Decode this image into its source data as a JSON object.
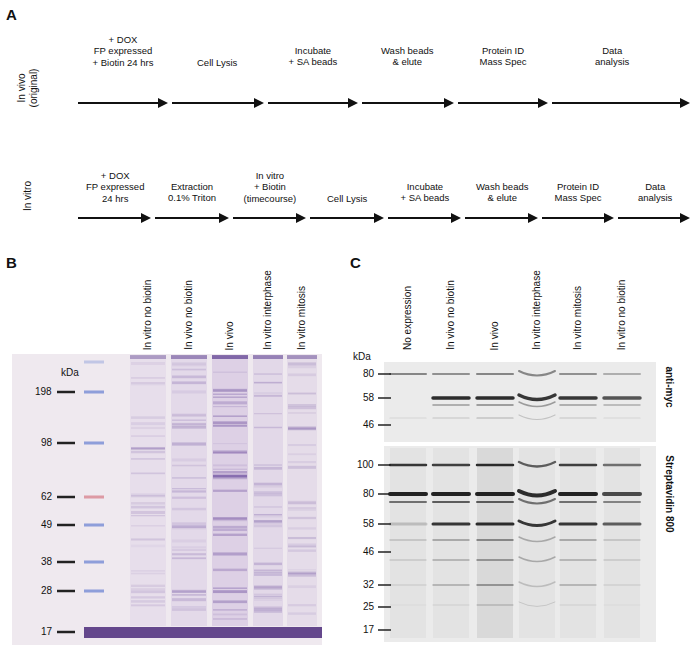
{
  "diagram": {
    "labels": [
      "A",
      "In vivo (original)",
      "+ DOX FP expressed + Biotin 24 hrs",
      "Cell Lysis",
      "Incubate + SA beads",
      "Wash beads & elute",
      "Protein ID Mass Spec",
      "Data analysis",
      "In vitro",
      "+ DOX FP expressed 24 hrs",
      "Extraction 0.1% Triton",
      "In vitro + Biotin (timecourse)",
      "Cell Lysis",
      "Incubate + SA beads",
      "Wash beads & elute",
      "Protein ID Mass Spec",
      "Data analysis",
      "B",
      "In vitro no biotin",
      "In vivo no biotin",
      "In vivo",
      "In vitro interphase",
      "In vitro mitosis",
      "kDa",
      "198",
      "98",
      "62",
      "49",
      "38",
      "28",
      "17",
      "C",
      "No expression",
      "In vivo no biotin",
      "In vivo",
      "In vitro interphase",
      "In vitro mitosis",
      "In vitro no biotin",
      "kDa",
      "80",
      "58",
      "46",
      "anti-myc",
      "100",
      "80",
      "58",
      "46",
      "32",
      "25",
      "17",
      "Streptavidin 800"
    ]
  }
}
